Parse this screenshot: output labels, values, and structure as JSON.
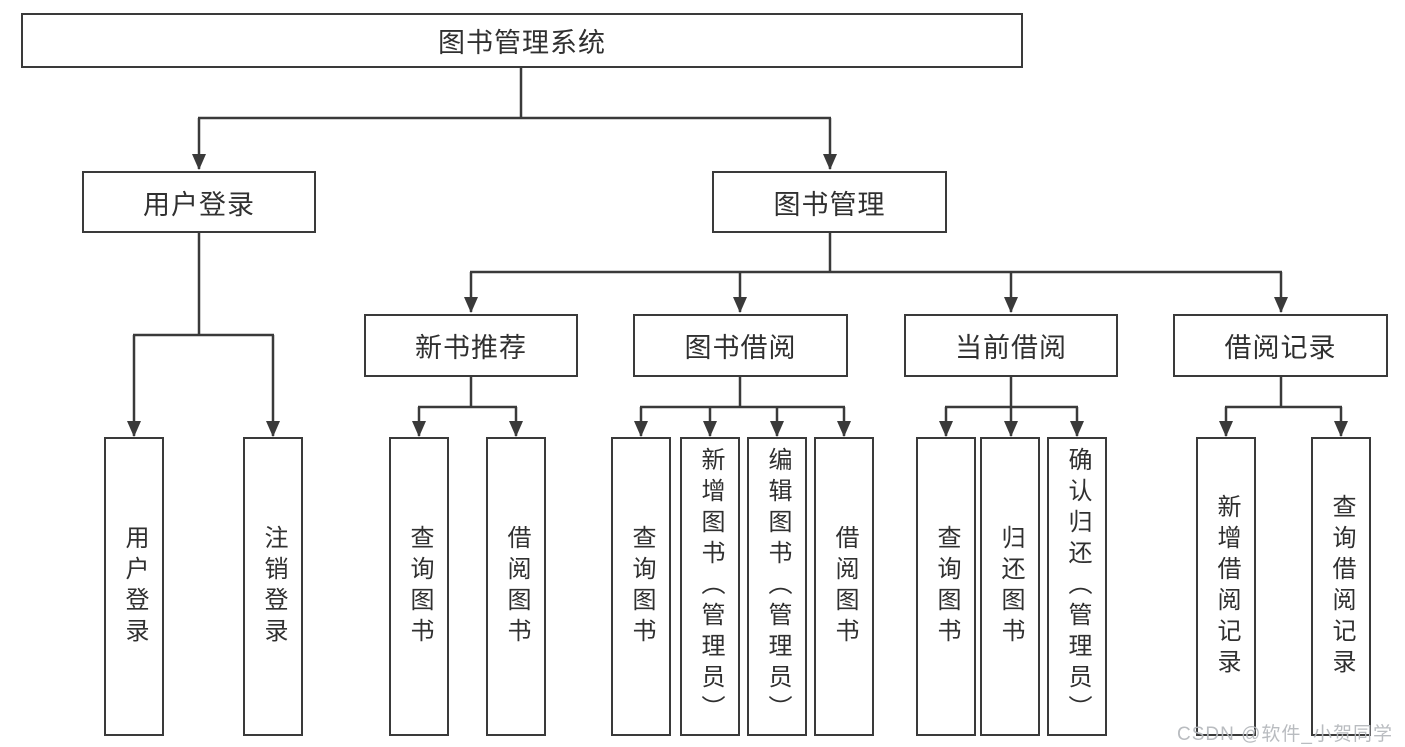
{
  "tree": {
    "label": "图书管理系统",
    "children": [
      {
        "label": "用户登录",
        "children": [
          {
            "label": "用户登录"
          },
          {
            "label": "注销登录"
          }
        ]
      },
      {
        "label": "图书管理",
        "children": [
          {
            "label": "新书推荐",
            "children": [
              {
                "label": "查询图书"
              },
              {
                "label": "借阅图书"
              }
            ]
          },
          {
            "label": "图书借阅",
            "children": [
              {
                "label": "查询图书"
              },
              {
                "label": "新增图书（管理员）"
              },
              {
                "label": "编辑图书（管理员）"
              },
              {
                "label": "借阅图书"
              }
            ]
          },
          {
            "label": "当前借阅",
            "children": [
              {
                "label": "查询图书"
              },
              {
                "label": "归还图书"
              },
              {
                "label": "确认归还（管理员）"
              }
            ]
          },
          {
            "label": "借阅记录",
            "children": [
              {
                "label": "新增借阅记录"
              },
              {
                "label": "查询借阅记录"
              }
            ]
          }
        ]
      }
    ]
  },
  "watermark": {
    "text": "CSDN @软件_小贺同学"
  },
  "colors": {
    "line": "#3a3a3a",
    "text": "#303030",
    "node_background": "#ffffff",
    "page_background": "#ffffff",
    "watermark": "#b6b9bd"
  }
}
